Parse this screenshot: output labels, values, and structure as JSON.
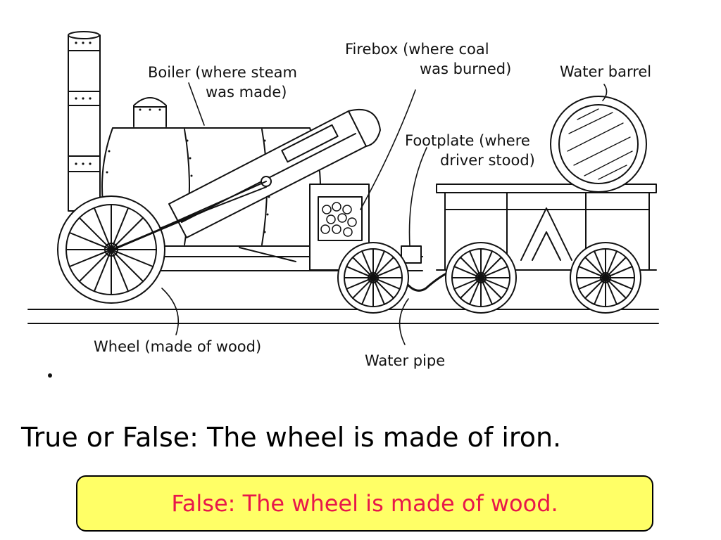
{
  "labels": {
    "boiler": [
      "Boiler (where steam",
      "was made)"
    ],
    "firebox": [
      "Firebox (where coal",
      "was burned)"
    ],
    "water_barrel": "Water barrel",
    "footplate": [
      "Footplate (where",
      "driver stood)"
    ],
    "wheel": "Wheel (made of wood)",
    "water_pipe": "Water pipe"
  },
  "question": "True or False:  The wheel is made of iron.",
  "answer": "False:  The wheel is made of wood.",
  "colors": {
    "question_text": "#000000",
    "answer_text": "#e8174a",
    "answer_box_fill": "#ffff66",
    "answer_box_border": "#000000",
    "line_art": "#111111"
  }
}
